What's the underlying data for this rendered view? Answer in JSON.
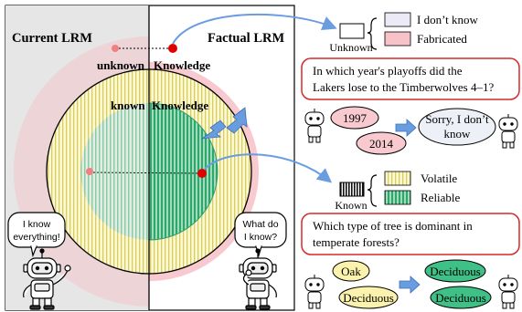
{
  "left_panel": {
    "current_title": "Current LRM",
    "factual_title": "Factual LRM",
    "unknown_label": "unknown",
    "knowledge_outer_label": "Knowledge",
    "known_label": "known",
    "knowledge_inner_label": "Knowledge",
    "bubble_left": [
      "I know",
      "everything!"
    ],
    "bubble_right": [
      "What do",
      "I know?"
    ]
  },
  "legend_unknown": {
    "caption": "Unknown",
    "items": [
      "I don’t know",
      "Fabricated"
    ],
    "colors": [
      "#eceaf4",
      "#f7c2c8"
    ]
  },
  "legend_known": {
    "caption": "Known",
    "items": [
      "Volatile",
      "Reliable"
    ]
  },
  "question1": {
    "text": [
      "In which year's playoffs did the",
      "Lakers lose to the Timberwolves 4–1?"
    ],
    "answers_current": [
      "1997",
      "2014"
    ],
    "answer_factual": [
      "Sorry, I don’t",
      "know"
    ]
  },
  "question2": {
    "text": [
      "Which type of tree is dominant in",
      "temperate forests?"
    ],
    "answers_current": [
      "Oak",
      "Deciduous"
    ],
    "answers_factual": [
      "Deciduous",
      "Deciduous"
    ]
  },
  "colors": {
    "pink": "#f8c9ce",
    "gray_bg": "#e8e8e8",
    "yellow": "#fbf6c7",
    "green": "#55c18c",
    "blue_arrow": "#6a9ce0",
    "red_dot": "#e00000",
    "red_box": "#d62828"
  }
}
